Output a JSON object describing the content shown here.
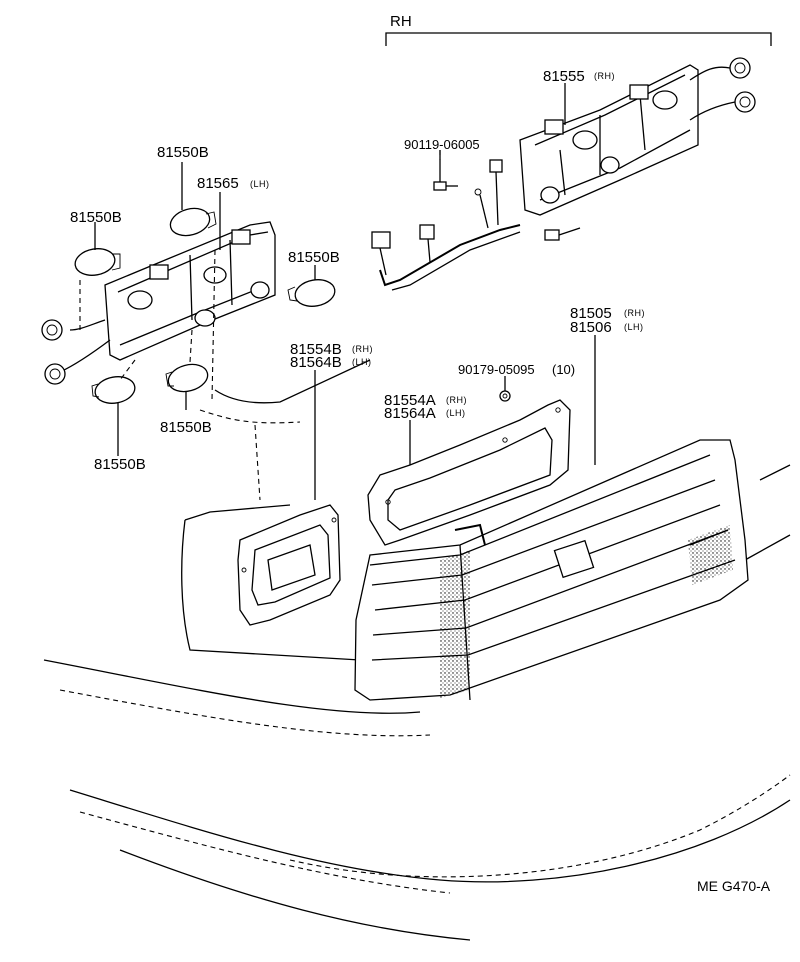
{
  "diagram": {
    "header": {
      "side_label": "RH"
    },
    "parts": {
      "p81555": {
        "num": "81555",
        "note": "(RH)"
      },
      "p90119": {
        "num": "90119-06005"
      },
      "p81550b_top": {
        "num": "81550B"
      },
      "p81565": {
        "num": "81565",
        "note": "(LH)"
      },
      "p81550b_left": {
        "num": "81550B"
      },
      "p81550b_right": {
        "num": "81550B"
      },
      "p81554b": {
        "num": "81554B",
        "note": "(RH)"
      },
      "p81564b": {
        "num": "81564B",
        "note": "(LH)"
      },
      "p81550b_mid": {
        "num": "81550B"
      },
      "p81550b_bottom": {
        "num": "81550B"
      },
      "p81505": {
        "num": "81505",
        "note": "(RH)"
      },
      "p81506": {
        "num": "81506",
        "note": "(LH)"
      },
      "p90179": {
        "num": "90179-05095",
        "note": "(10)"
      },
      "p81554a": {
        "num": "81554A",
        "note": "(RH)"
      },
      "p81564a": {
        "num": "81564A",
        "note": "(LH)"
      }
    },
    "drawing_code": "ME  G470-A"
  }
}
